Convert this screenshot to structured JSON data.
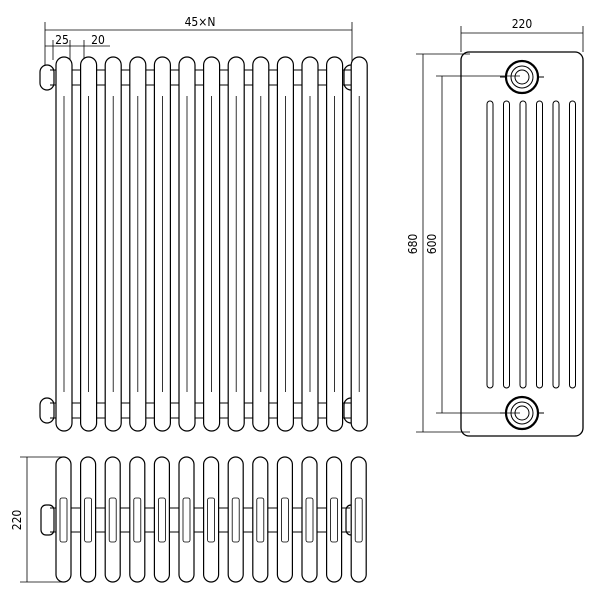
{
  "drawing": {
    "front_view": {
      "tube_count": 13,
      "dim_total_width": "45×N",
      "dim_tube_width": "25",
      "dim_tube_gap": "20"
    },
    "side_view": {
      "dim_width": "220",
      "dim_height_total": "680",
      "dim_height_inner": "600",
      "slot_count": 6
    },
    "top_view": {
      "tube_count": 13,
      "dim_depth": "220"
    }
  }
}
